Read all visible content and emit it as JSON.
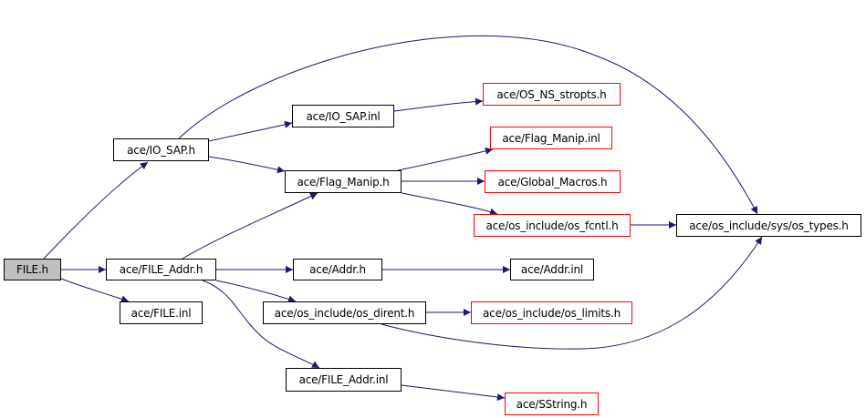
{
  "diagram": {
    "type": "include-dependency-graph",
    "edge_color": "#191970",
    "root_fill": "#bfbfbf",
    "missing_border_color": "#ff0000",
    "nodes": [
      {
        "id": "file_h",
        "label": "FILE.h",
        "style": "root"
      },
      {
        "id": "io_sap_h",
        "label": "ace/IO_SAP.h",
        "style": "normal"
      },
      {
        "id": "file_addr_h",
        "label": "ace/FILE_Addr.h",
        "style": "normal"
      },
      {
        "id": "file_inl",
        "label": "ace/FILE.inl",
        "style": "normal"
      },
      {
        "id": "io_sap_inl",
        "label": "ace/IO_SAP.inl",
        "style": "normal"
      },
      {
        "id": "flag_manip_h",
        "label": "ace/Flag_Manip.h",
        "style": "normal"
      },
      {
        "id": "os_ns_stropts_h",
        "label": "ace/OS_NS_stropts.h",
        "style": "red"
      },
      {
        "id": "flag_manip_inl",
        "label": "ace/Flag_Manip.inl",
        "style": "red"
      },
      {
        "id": "global_macros_h",
        "label": "ace/Global_Macros.h",
        "style": "red"
      },
      {
        "id": "os_fcntl_h",
        "label": "ace/os_include/os_fcntl.h",
        "style": "red"
      },
      {
        "id": "os_types_h",
        "label": "ace/os_include/sys/os_types.h",
        "style": "normal"
      },
      {
        "id": "addr_h",
        "label": "ace/Addr.h",
        "style": "normal"
      },
      {
        "id": "addr_inl",
        "label": "ace/Addr.inl",
        "style": "normal"
      },
      {
        "id": "os_dirent_h",
        "label": "ace/os_include/os_dirent.h",
        "style": "normal"
      },
      {
        "id": "os_limits_h",
        "label": "ace/os_include/os_limits.h",
        "style": "red"
      },
      {
        "id": "file_addr_inl",
        "label": "ace/FILE_Addr.inl",
        "style": "normal"
      },
      {
        "id": "sstring_h",
        "label": "ace/SString.h",
        "style": "red"
      }
    ],
    "edges": [
      {
        "from": "file_h",
        "to": "io_sap_h"
      },
      {
        "from": "file_h",
        "to": "file_addr_h"
      },
      {
        "from": "file_h",
        "to": "file_inl"
      },
      {
        "from": "io_sap_h",
        "to": "io_sap_inl"
      },
      {
        "from": "io_sap_h",
        "to": "flag_manip_h"
      },
      {
        "from": "io_sap_h",
        "to": "os_types_h"
      },
      {
        "from": "io_sap_inl",
        "to": "os_ns_stropts_h"
      },
      {
        "from": "flag_manip_h",
        "to": "flag_manip_inl"
      },
      {
        "from": "flag_manip_h",
        "to": "global_macros_h"
      },
      {
        "from": "flag_manip_h",
        "to": "os_fcntl_h"
      },
      {
        "from": "os_fcntl_h",
        "to": "os_types_h"
      },
      {
        "from": "file_addr_h",
        "to": "flag_manip_h"
      },
      {
        "from": "file_addr_h",
        "to": "addr_h"
      },
      {
        "from": "file_addr_h",
        "to": "os_dirent_h"
      },
      {
        "from": "file_addr_h",
        "to": "file_addr_inl"
      },
      {
        "from": "addr_h",
        "to": "addr_inl"
      },
      {
        "from": "os_dirent_h",
        "to": "os_limits_h"
      },
      {
        "from": "os_dirent_h",
        "to": "os_types_h"
      },
      {
        "from": "file_addr_inl",
        "to": "sstring_h"
      }
    ]
  }
}
